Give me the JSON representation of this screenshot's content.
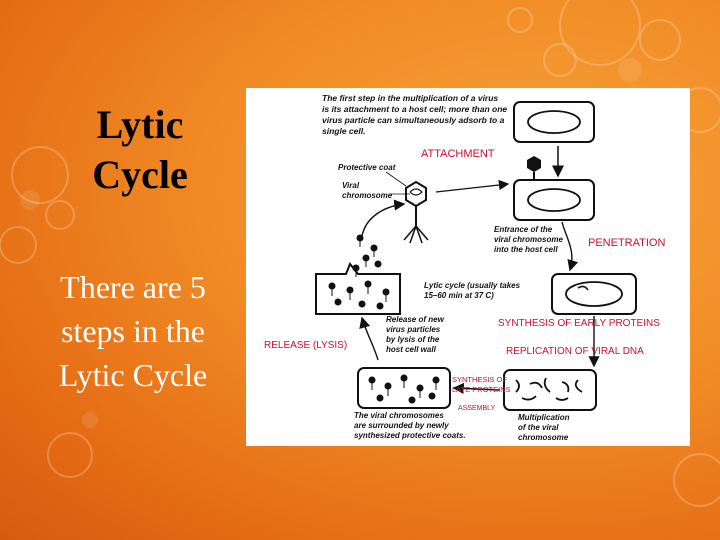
{
  "slide": {
    "title_line1": "Lytic",
    "title_line2": "Cycle",
    "body_line1": "There are 5",
    "body_line2": "steps in the",
    "body_line3": "Lytic Cycle"
  },
  "diagram": {
    "intro": [
      "The first step in the multiplication of a virus",
      "is its attachment to a host cell; more than one",
      "virus particle can simultaneously adsorb to a",
      "single cell."
    ],
    "steps": {
      "attachment": "ATTACHMENT",
      "penetration": "PENETRATION",
      "synthesis_early": "SYNTHESIS OF EARLY PROTEINS",
      "replication": "REPLICATION OF VIRAL DNA",
      "synthesis_late": [
        "SYNTHESIS OF",
        "LATE PROTEINS"
      ],
      "assembly": "ASSEMBLY",
      "release": "RELEASE (LYSIS)"
    },
    "labels": {
      "protective_coat": "Protective coat",
      "viral_chromosome": [
        "Viral",
        "chromosome"
      ],
      "entrance": [
        "Entrance of the",
        "viral chromosome",
        "into the host cell"
      ],
      "lytic_cycle": [
        "Lytic cycle (usually takes",
        "15–60 min at 37 C)"
      ],
      "release_desc": [
        "Release of new",
        "virus particles",
        "by lysis of the",
        "host cell wall"
      ],
      "surrounded": [
        "The viral chromosomes",
        "are surrounded by newly",
        "synthesized protective coats."
      ],
      "multiplication": [
        "Multiplication",
        "of the viral",
        "chromosome"
      ]
    }
  }
}
